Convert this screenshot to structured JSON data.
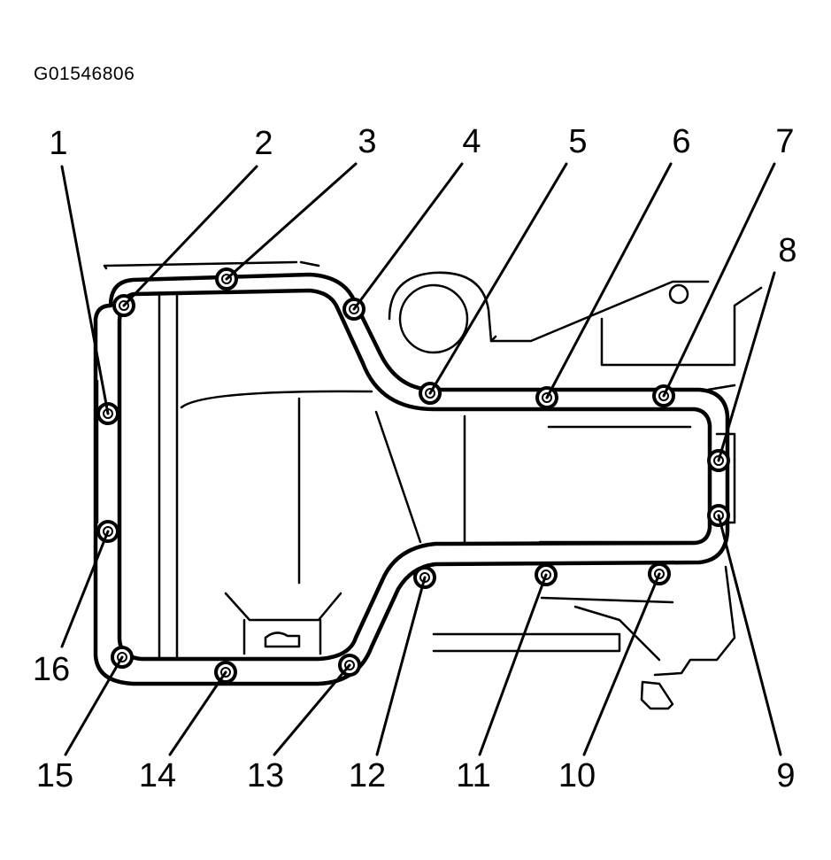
{
  "figure_id": "G01546806",
  "callouts": [
    {
      "label": "1"
    },
    {
      "label": "2"
    },
    {
      "label": "3"
    },
    {
      "label": "4"
    },
    {
      "label": "5"
    },
    {
      "label": "6"
    },
    {
      "label": "7"
    },
    {
      "label": "8"
    },
    {
      "label": "9"
    },
    {
      "label": "10"
    },
    {
      "label": "11"
    },
    {
      "label": "12"
    },
    {
      "label": "13"
    },
    {
      "label": "14"
    },
    {
      "label": "15"
    },
    {
      "label": "16"
    }
  ],
  "colors": {
    "ink": "#000000",
    "paper": "#ffffff"
  }
}
